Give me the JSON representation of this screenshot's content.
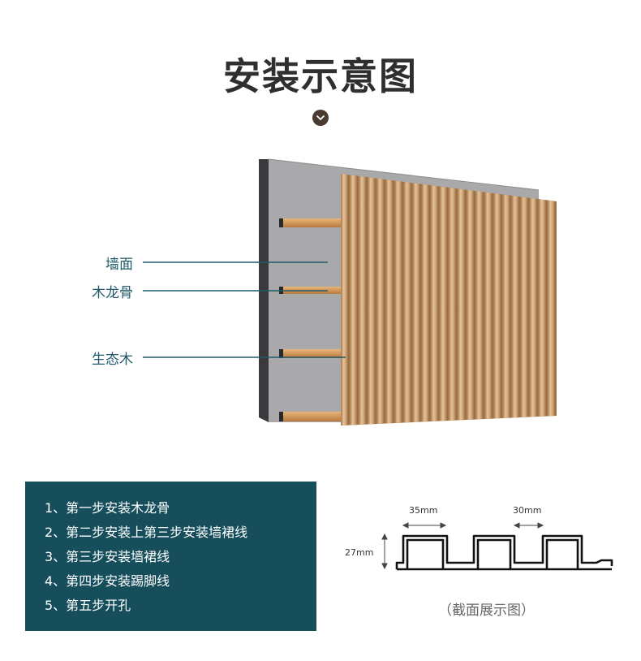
{
  "title": "安装示意图",
  "icons": {
    "chevron": "chevron-down-icon"
  },
  "callouts": {
    "wall": "墙面",
    "keel": "木龙骨",
    "panel": "生态木"
  },
  "steps": [
    "1、第一步安装木龙骨",
    "2、第二步安装上第三步安装墙裙线",
    "3、第三步安装墙裙线",
    "4、第四步安装踢脚线",
    "5、第五步开孔"
  ],
  "section": {
    "width_a": "35mm",
    "width_b": "30mm",
    "height": "27mm",
    "caption": "（截面展示图）"
  },
  "colors": {
    "steps_bg": "#164e5c",
    "callout_text": "#1f5a6a",
    "wood": "#c89a68",
    "wall": "#a7a7a9"
  }
}
